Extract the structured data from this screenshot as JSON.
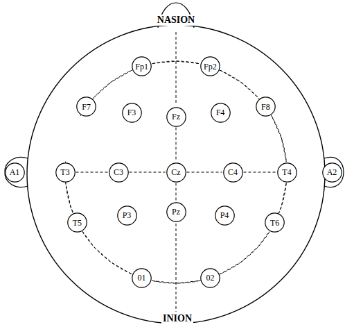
{
  "diagram": {
    "nodes": [
      {
        "text": [
          "Fp1"
        ]
      },
      {
        "text": [
          "Fp2"
        ]
      },
      {
        "text": [
          "F7"
        ]
      },
      {
        "text": [
          "F3"
        ]
      },
      {
        "text": [
          "Fz"
        ]
      },
      {
        "text": [
          "F4"
        ]
      },
      {
        "text": [
          "F8"
        ]
      },
      {
        "text": [
          "A1"
        ]
      },
      {
        "text": [
          "T3"
        ]
      },
      {
        "text": [
          "C3"
        ]
      },
      {
        "text": [
          "Cz"
        ]
      },
      {
        "text": [
          "C4"
        ]
      },
      {
        "text": [
          "T4"
        ]
      },
      {
        "text": [
          "A2"
        ]
      },
      {
        "text": [
          "T5"
        ]
      },
      {
        "text": [
          "P3"
        ]
      },
      {
        "text": [
          "Pz"
        ]
      },
      {
        "text": [
          "P4"
        ]
      },
      {
        "text": [
          "T6"
        ]
      },
      {
        "text": [
          "01"
        ]
      },
      {
        "text": [
          "02"
        ]
      }
    ],
    "edges": [
      {
        "from": 0,
        "to": 1,
        "arrow": "none"
      },
      {
        "from": 1,
        "to": 6,
        "arrow": "none"
      },
      {
        "from": 6,
        "to": 12,
        "arrow": "none"
      },
      {
        "from": 12,
        "to": 18,
        "arrow": "none"
      },
      {
        "from": 18,
        "to": 20,
        "arrow": "none"
      },
      {
        "from": 20,
        "to": 19,
        "arrow": "none"
      },
      {
        "from": 19,
        "to": 14,
        "arrow": "none"
      },
      {
        "from": 14,
        "to": 8,
        "arrow": "none"
      },
      {
        "from": 8,
        "to": 2,
        "arrow": "none"
      },
      {
        "from": 2,
        "to": 0,
        "arrow": "none"
      },
      {
        "from": 8,
        "to": 9,
        "arrow": "none"
      },
      {
        "from": 9,
        "to": 10,
        "arrow": "none"
      },
      {
        "from": 10,
        "to": 11,
        "arrow": "none"
      },
      {
        "from": 11,
        "to": 12,
        "arrow": "none"
      },
      {
        "from": 4,
        "to": 10,
        "arrow": "none"
      },
      {
        "from": 10,
        "to": 16,
        "arrow": "none"
      }
    ],
    "labels": [
      "NASION",
      "INION"
    ]
  }
}
